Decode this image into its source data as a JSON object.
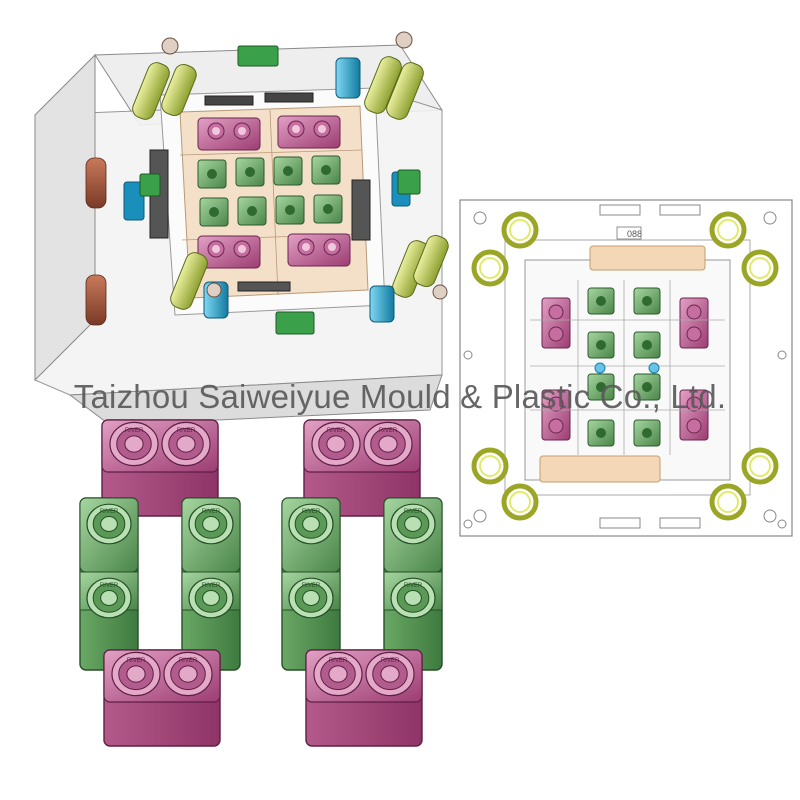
{
  "watermark": {
    "text": "Taizhou Saiweiyue Mould & Plastic Co., Ltd."
  },
  "plan_view": {
    "top_label": "088"
  },
  "brick_lettering": "RIVER",
  "colors": {
    "magenta": "#a8457c",
    "magenta_light": "#d88cb6",
    "green": "#4f8b4f",
    "green_light": "#8ec48a",
    "yellow": "#d6dc3a",
    "peach": "#f1d7b8",
    "cyan": "#1aa8d2",
    "steel": "#c9c9c9",
    "line": "#7d7d7d"
  },
  "panels": [
    {
      "name": "mould-3d-view",
      "description_icon": "injection-mould-icon"
    },
    {
      "name": "mould-plan-view",
      "description_icon": "mould-plan-icon"
    },
    {
      "name": "brick-part-set-left",
      "description_icon": "brick-part-icon"
    },
    {
      "name": "brick-part-set-right",
      "description_icon": "brick-part-icon"
    }
  ]
}
